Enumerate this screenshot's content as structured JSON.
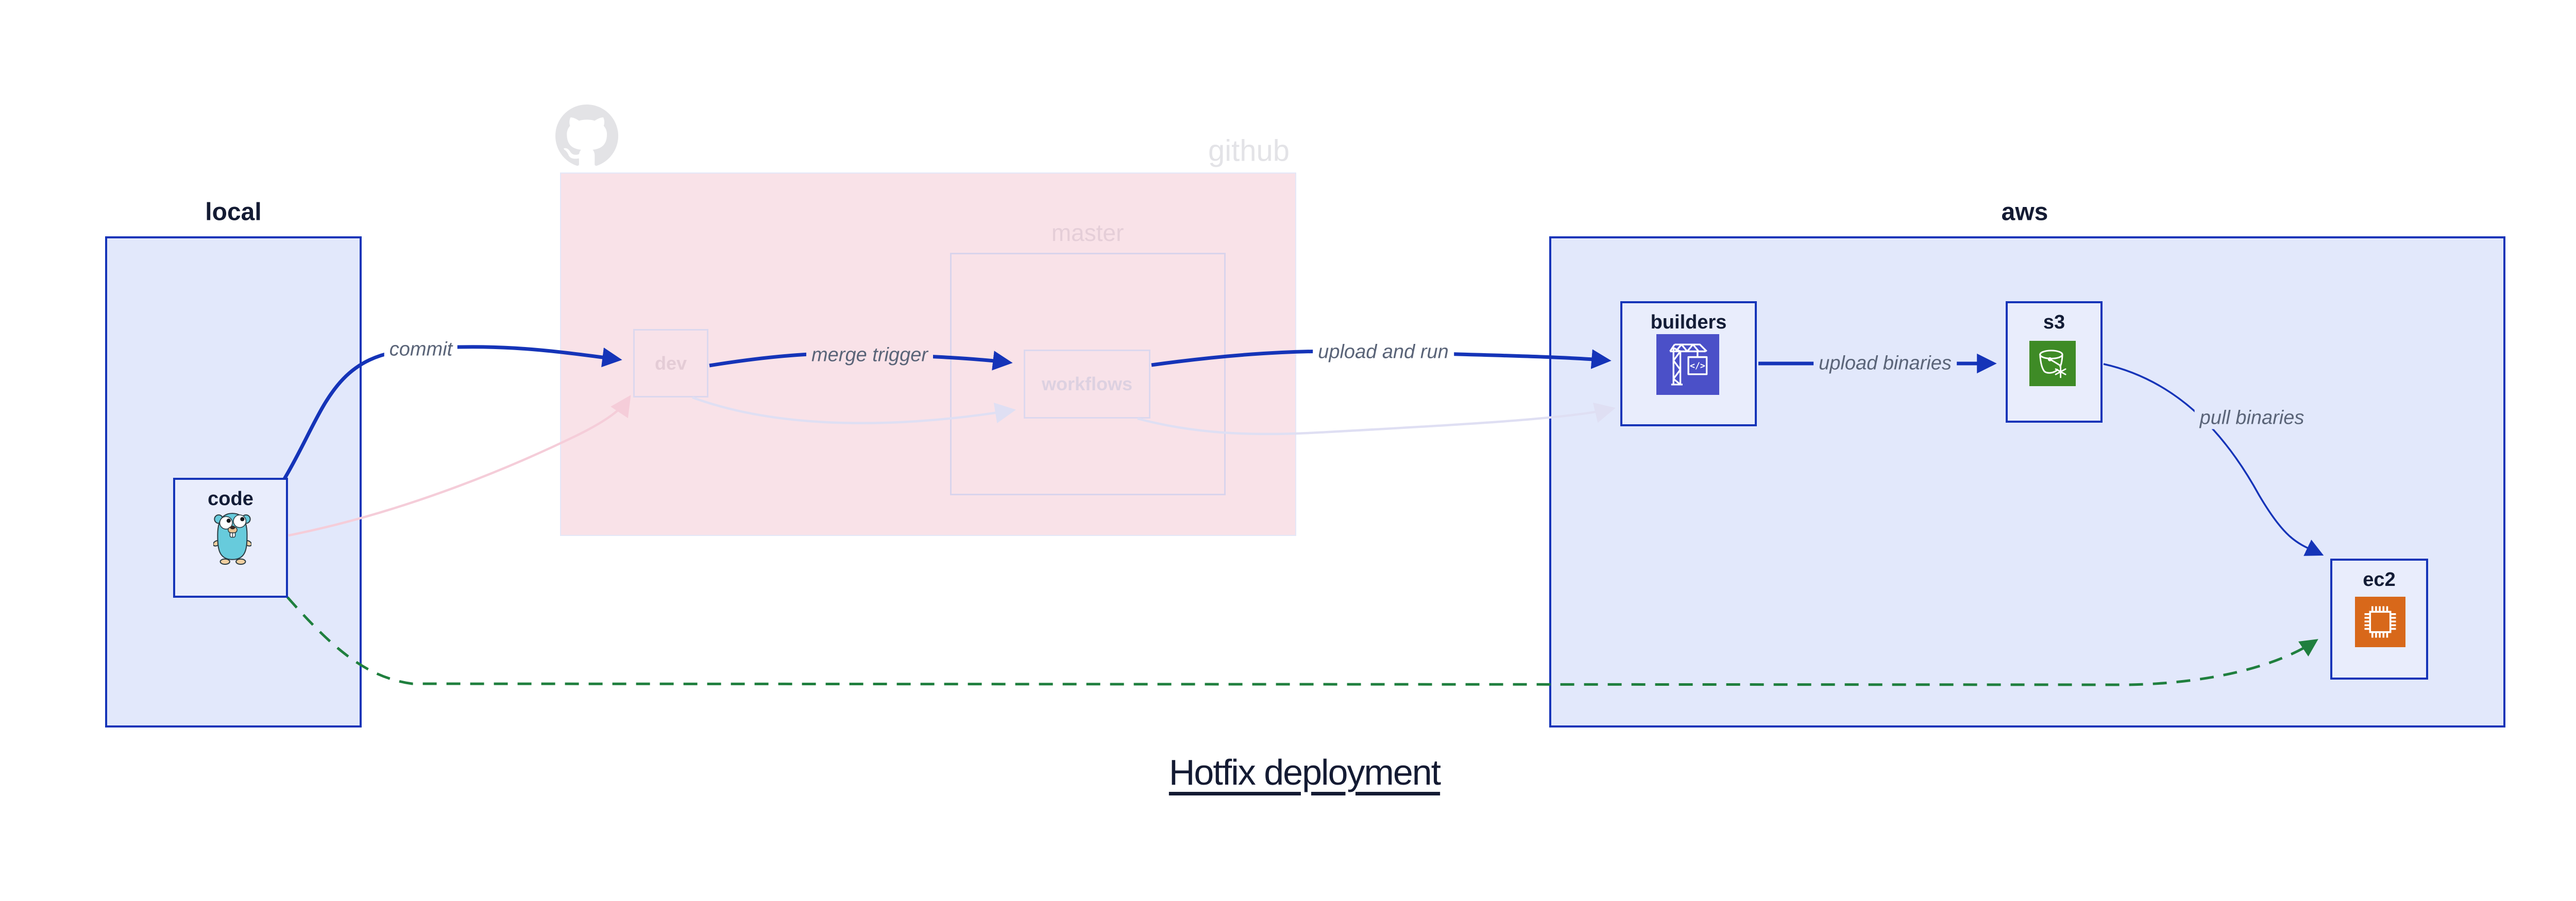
{
  "title": "Hotfix deployment",
  "groups": {
    "local": {
      "label": "local"
    },
    "github": {
      "label": "github"
    },
    "master": {
      "label": "master"
    },
    "aws": {
      "label": "aws"
    }
  },
  "nodes": {
    "code": {
      "label": "code",
      "icon": "go-gopher-icon"
    },
    "dev": {
      "label": "dev"
    },
    "workflows": {
      "label": "workflows"
    },
    "builders": {
      "label": "builders",
      "icon": "codebuild-crane-icon"
    },
    "s3": {
      "label": "s3",
      "icon": "s3-glacier-bucket-icon"
    },
    "ec2": {
      "label": "ec2",
      "icon": "ec2-chip-icon"
    }
  },
  "edges": [
    {
      "id": "commit",
      "label": "commit",
      "from": "code",
      "to": "dev",
      "style": "bold-blue"
    },
    {
      "id": "merge-trigger",
      "label": "merge trigger",
      "from": "dev",
      "to": "workflows",
      "style": "bold-blue"
    },
    {
      "id": "upload-and-run",
      "label": "upload and run",
      "from": "workflows",
      "to": "builders",
      "style": "bold-blue"
    },
    {
      "id": "upload-binaries",
      "label": "upload binaries",
      "from": "builders",
      "to": "s3",
      "style": "bold-blue"
    },
    {
      "id": "pull-binaries",
      "label": "pull binaries",
      "from": "s3",
      "to": "ec2",
      "style": "thin-blue"
    },
    {
      "id": "code-to-dev-faded",
      "label": "",
      "from": "code",
      "to": "dev",
      "style": "faded-pink"
    },
    {
      "id": "dev-to-workflows-faded",
      "label": "",
      "from": "dev",
      "to": "workflows",
      "style": "faded-lavender"
    },
    {
      "id": "workflows-to-builders-faded",
      "label": "",
      "from": "workflows",
      "to": "builders",
      "style": "faded-lavender"
    },
    {
      "id": "code-to-ec2-hotfix",
      "label": "",
      "from": "code",
      "to": "ec2",
      "style": "green-dashed"
    }
  ],
  "colors": {
    "accent_blue": "#1534b8",
    "container_blue_fill": "#e2e8fb",
    "node_blue_fill": "#e9edfc",
    "github_pink_fill": "#f9e2e8",
    "faded_border": "#dcd8ee",
    "faded_pink_edge": "#f5cdd9",
    "faded_lavender_edge": "#dfdff3",
    "green_dashed_edge": "#1f7f3e",
    "codebuild_indigo": "#4b50c8",
    "s3_green": "#3e8b26",
    "ec2_orange": "#d8681a",
    "edge_label_gray": "#5a6478",
    "faded_text_gray": "#e3e3e7"
  }
}
